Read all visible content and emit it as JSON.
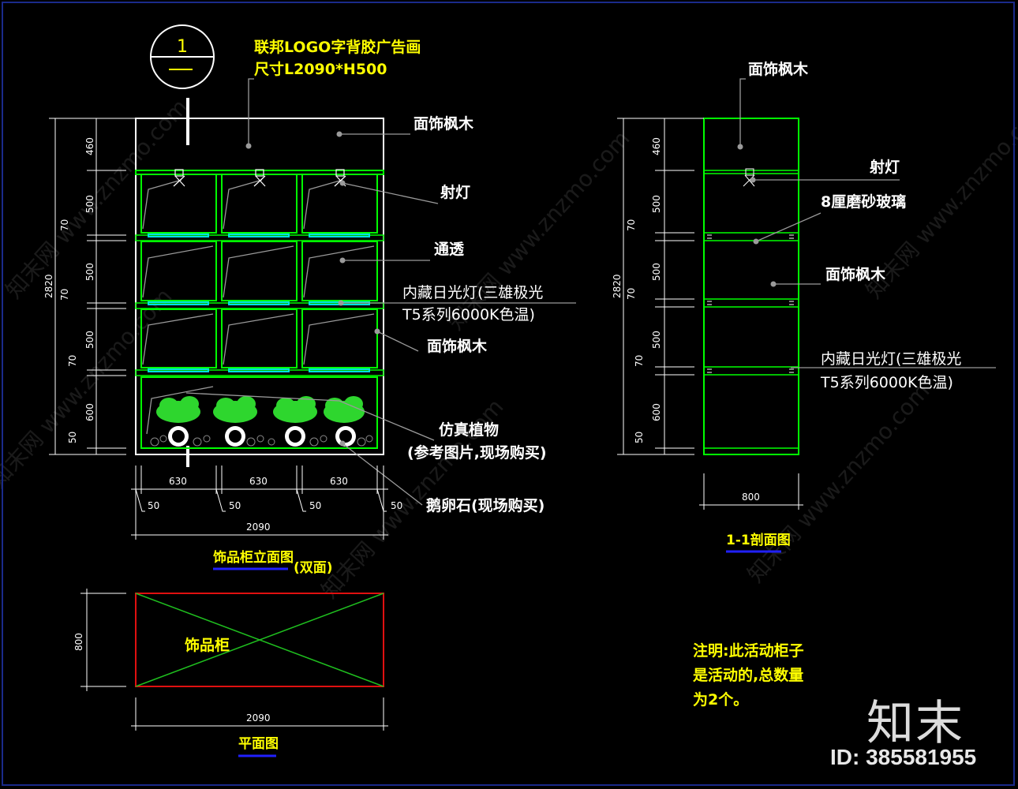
{
  "section_marker": "1",
  "elevation": {
    "logo_label_line1": "联邦LOGO字背胶广告画",
    "logo_label_line2": "尺寸L2090*H500",
    "label_face_wood_top": "面饰枫木",
    "label_spotlight": "射灯",
    "label_transparent": "通透",
    "label_light_line1": "内藏日光灯(三雄极光",
    "label_light_line2": "T5系列6000K色温)",
    "label_face_wood_mid": "面饰枫木",
    "label_plant_line1": "仿真植物",
    "label_plant_line2": "(参考图片,现场购买)",
    "label_pebble": "鹅卵石(现场购买)",
    "total_height": "2820",
    "heights": [
      "460",
      "500",
      "70",
      "500",
      "70",
      "500",
      "70",
      "600",
      "50"
    ],
    "widths": [
      "630",
      "630",
      "630"
    ],
    "gaps": [
      "50",
      "50",
      "50",
      "50"
    ],
    "total_width": "2090",
    "title": "饰品柜立面图",
    "title_suffix": "(双面)"
  },
  "section": {
    "label_face_wood_top": "面饰枫木",
    "label_spotlight": "射灯",
    "label_glass": "8厘磨砂玻璃",
    "label_face_wood_mid": "面饰枫木",
    "label_light_line1": "内藏日光灯(三雄极光",
    "label_light_line2": "T5系列6000K色温)",
    "total_height": "2820",
    "heights": [
      "460",
      "500",
      "70",
      "500",
      "70",
      "500",
      "70",
      "600",
      "50"
    ],
    "width": "800",
    "title": "1-1剖面图"
  },
  "plan": {
    "label": "饰品柜",
    "depth": "800",
    "width": "2090",
    "title": "平面图"
  },
  "note": {
    "line1": "注明:此活动柜子",
    "line2": "是活动的,总数量",
    "line3": "为2个。"
  },
  "watermark": "知末网 www.znzmo.com",
  "brand": "知末",
  "id_label": "ID: 385581955",
  "colors": {
    "background": "#000000",
    "cabinet_line": "#00ff00",
    "outline": "#ffffff",
    "text_yellow": "#ffff00",
    "plan_border": "#e01010",
    "shelf_light": "#00e0e0",
    "title_underline": "#2020ff"
  }
}
